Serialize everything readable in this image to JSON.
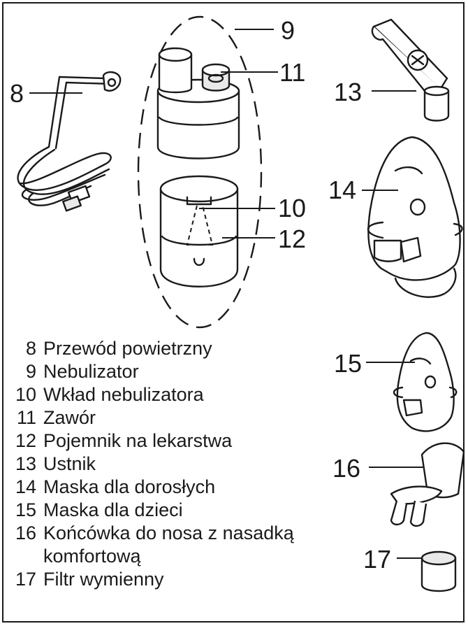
{
  "callouts": {
    "c8": "8",
    "c9": "9",
    "c10": "10",
    "c11": "11",
    "c12": "12",
    "c13": "13",
    "c14": "14",
    "c15": "15",
    "c16": "16",
    "c17": "17"
  },
  "legend": [
    {
      "num": "8",
      "text": "Przewód powietrzny"
    },
    {
      "num": "9",
      "text": "Nebulizator"
    },
    {
      "num": "10",
      "text": "Wkład nebulizatora"
    },
    {
      "num": "11",
      "text": "Zawór"
    },
    {
      "num": "12",
      "text": "Pojemnik na lekarstwa"
    },
    {
      "num": "13",
      "text": "Ustnik"
    },
    {
      "num": "14",
      "text": "Maska dla dorosłych"
    },
    {
      "num": "15",
      "text": "Maska dla dzieci"
    },
    {
      "num": "16",
      "text": "Końcówka do nosa z nasadką"
    },
    {
      "num": "17",
      "text": "Filtr wymienny"
    }
  ],
  "legend_continuation": "komfortową"
}
